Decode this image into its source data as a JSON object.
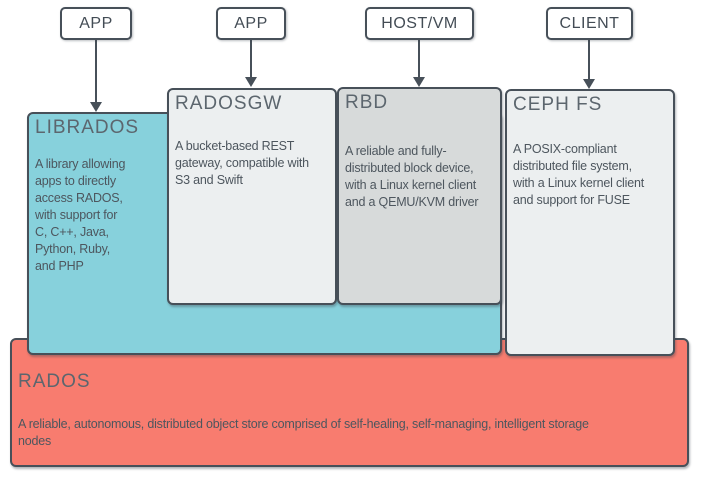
{
  "top_nodes": [
    {
      "label": "APP"
    },
    {
      "label": "APP"
    },
    {
      "label": "HOST/VM"
    },
    {
      "label": "CLIENT"
    }
  ],
  "layers": {
    "librados": {
      "title": "LIBRADOS",
      "description": "A library allowing\napps to directly\naccess RADOS,\nwith support for\nC, C++, Java,\nPython, Ruby,\nand PHP"
    },
    "radosgw": {
      "title": "RADOSGW",
      "description": "A bucket-based REST\ngateway, compatible with\nS3 and Swift"
    },
    "rbd": {
      "title": "RBD",
      "description": "A reliable and fully-\ndistributed block device,\nwith a Linux kernel client\nand a QEMU/KVM driver"
    },
    "cephfs": {
      "title": "CEPH FS",
      "description": "A POSIX-compliant\ndistributed file system,\nwith a Linux kernel client\nand support for FUSE"
    },
    "rados": {
      "title": "RADOS",
      "description": "A reliable, autonomous, distributed object store comprised of self-healing, self-managing, intelligent storage\nnodes"
    }
  },
  "colors": {
    "librados_fill": "#87d1dc",
    "rados_fill": "#f87c6f",
    "radosgw_fill": "#eceff0",
    "rbd_fill": "#d7dada",
    "cephfs_fill": "#eceff0",
    "node_fill": "#ffffff",
    "border": "#475059",
    "title_text": "#5c666e",
    "body_text": "#4d565e"
  }
}
